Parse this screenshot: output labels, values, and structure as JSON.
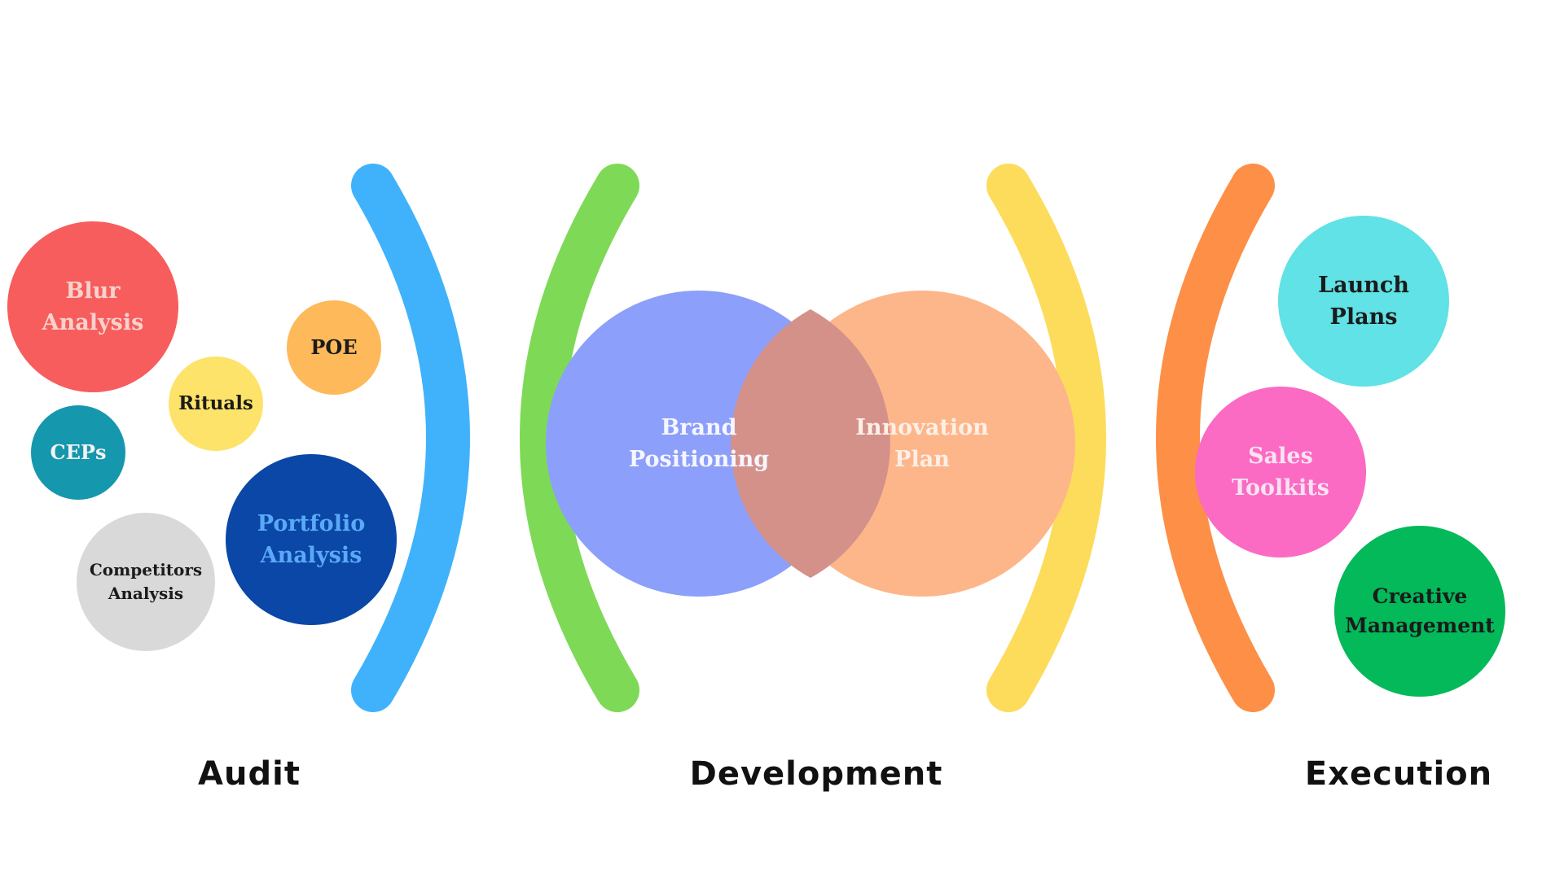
{
  "diagram": {
    "phases": [
      {
        "label": "Audit"
      },
      {
        "label": "Development"
      },
      {
        "label": "Execution"
      }
    ],
    "audit_items": [
      {
        "label": "Blur\nAnalysis",
        "fill": "#f75d5d",
        "text_color": "#f8d2cc"
      },
      {
        "label": "POE",
        "fill": "#fdb95a",
        "text_color": "#1b1b1b"
      },
      {
        "label": "Rituals",
        "fill": "#fde36a",
        "text_color": "#1b1b1b"
      },
      {
        "label": "CEPs",
        "fill": "#1597ad",
        "text_color": "#f3f3f3"
      },
      {
        "label": "Portfolio\nAnalysis",
        "fill": "#0a47a7",
        "text_color": "#5aa9f7"
      },
      {
        "label": "Competitors\nAnalysis",
        "fill": "#d9d9d9",
        "text_color": "#1b1b1b"
      }
    ],
    "development_items": [
      {
        "label": "Brand\nPositioning",
        "fill": "#8c9ffa",
        "text_color": "#f6f6ff"
      },
      {
        "label": "Innovation\nPlan",
        "fill": "#fdb68a",
        "text_color": "#fcefe6"
      }
    ],
    "overlap_color": "#d4918a",
    "execution_items": [
      {
        "label": "Launch\nPlans",
        "fill": "#60e2e6",
        "text_color": "#1b1b1b"
      },
      {
        "label": "Sales\nToolkits",
        "fill": "#fb6ac3",
        "text_color": "#f8e3f2"
      },
      {
        "label": "Creative\nManagement",
        "fill": "#03b95a",
        "text_color": "#1b1b1b"
      }
    ],
    "bracket_colors": {
      "audit_right": "#3fb2fb",
      "development_left": "#7ed957",
      "development_right": "#fddc5c",
      "execution_left": "#fd8f46"
    }
  }
}
